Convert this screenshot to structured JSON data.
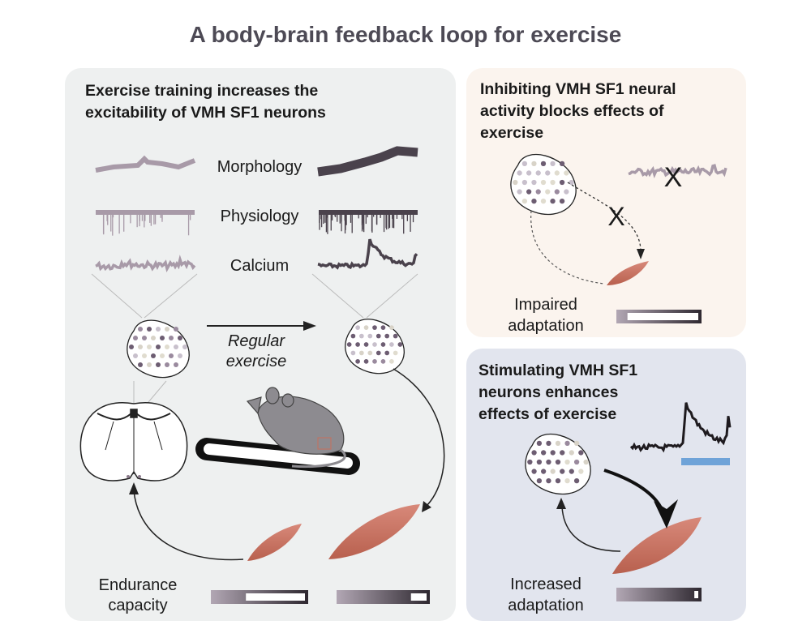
{
  "title": "A body-brain feedback loop for exercise",
  "left_panel": {
    "heading_lines": [
      "Exercise training increases the",
      "excitability of VMH SF1 neurons"
    ],
    "rows": [
      "Morphology",
      "Physiology",
      "Calcium"
    ],
    "arrow_label_lines": [
      "Regular",
      "exercise"
    ],
    "endurance_label_lines": [
      "Endurance",
      "capacity"
    ],
    "endurance_before": 0.35,
    "endurance_after": 0.82
  },
  "inhibit_panel": {
    "heading_lines": [
      "Inhibiting VMH SF1 neural",
      "activity blocks effects of",
      "exercise"
    ],
    "x_mark": "X",
    "label_lines": [
      "Impaired",
      "adaptation"
    ],
    "adaptation": 0.1
  },
  "stimulate_panel": {
    "heading_lines": [
      "Stimulating VMH SF1",
      "neurons enhances",
      "effects of exercise"
    ],
    "label_lines": [
      "Increased",
      "adaptation"
    ],
    "adaptation": 0.95
  },
  "colors": {
    "left_bg": "#eef0f0",
    "inhibit_bg": "#fbf4ee",
    "stimulate_bg": "#e2e5ee",
    "muscle": "#c66f5c",
    "light_trace": "#a89aa8",
    "dark_trace": "#4a424c",
    "stim_bar": "#6fa3d8"
  }
}
